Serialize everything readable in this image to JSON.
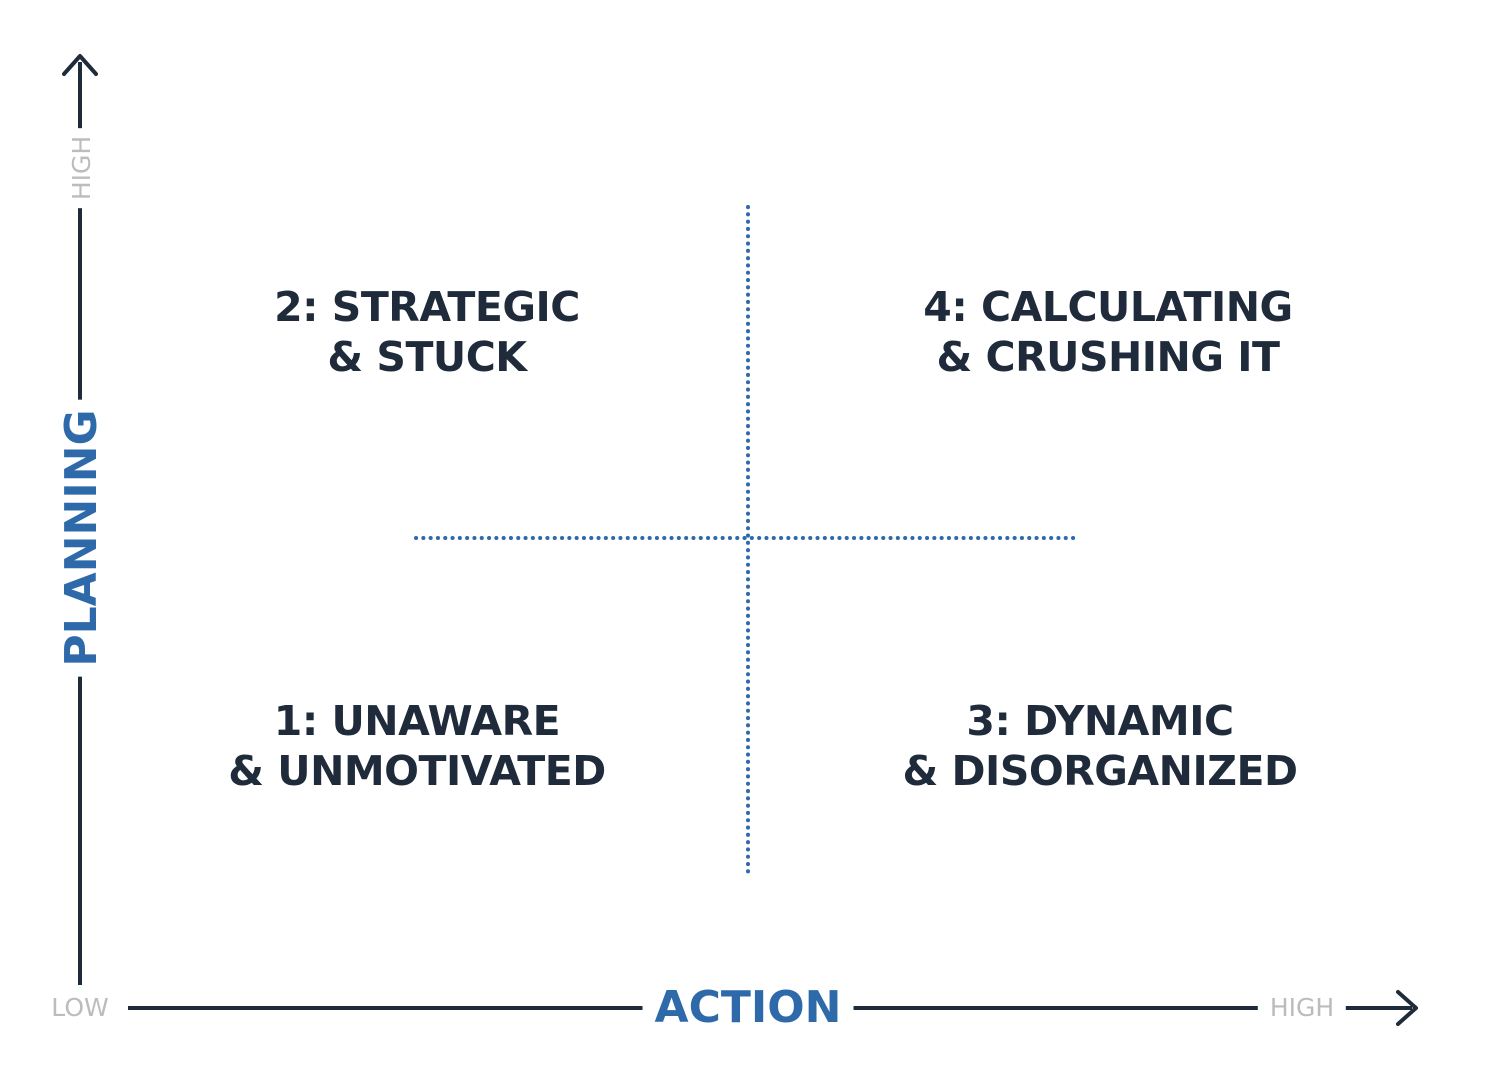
{
  "colors": {
    "axis": "#1f2b3a",
    "accent": "#2e6aaa",
    "muted": "#bcbcbc",
    "text": "#1f2b3a"
  },
  "axes": {
    "x": {
      "label": "ACTION",
      "low": "LOW",
      "high": "HIGH"
    },
    "y": {
      "label": "PLANNING",
      "high": "HIGH"
    }
  },
  "quadrants": [
    {
      "id": "top-left",
      "line1": "2: STRATEGIC",
      "line2": "& STUCK"
    },
    {
      "id": "top-right",
      "line1": "4: CALCULATING",
      "line2": "& CRUSHING IT"
    },
    {
      "id": "bottom-left",
      "line1": "1: UNAWARE",
      "line2": "& UNMOTIVATED"
    },
    {
      "id": "bottom-right",
      "line1": "3: DYNAMIC",
      "line2": "& DISORGANIZED"
    }
  ],
  "icons": {
    "x_arrow": "arrow-right-icon",
    "y_arrow": "arrow-up-icon"
  }
}
